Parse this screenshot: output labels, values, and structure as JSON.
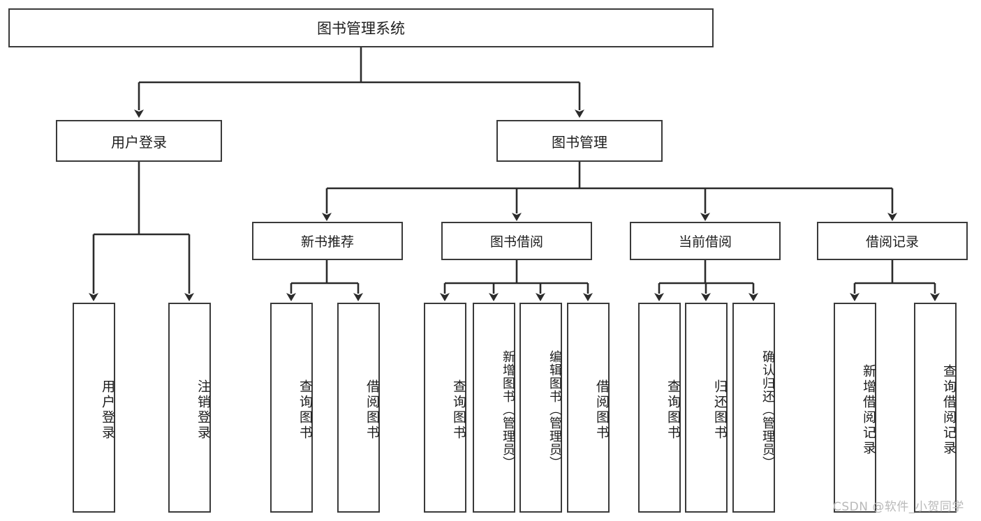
{
  "diagram": {
    "title": "图书管理系统",
    "type": "tree-hierarchy",
    "root": {
      "label": "图书管理系统"
    },
    "level1": [
      {
        "label": "用户登录"
      },
      {
        "label": "图书管理"
      }
    ],
    "level2": [
      {
        "label": "新书推荐"
      },
      {
        "label": "图书借阅"
      },
      {
        "label": "当前借阅"
      },
      {
        "label": "借阅记录"
      }
    ],
    "leaves": {
      "user_login": [
        {
          "label": "用户登录"
        },
        {
          "label": "注销登录"
        }
      ],
      "new_book_recommend": [
        {
          "label": "查询图书"
        },
        {
          "label": "借阅图书"
        }
      ],
      "book_borrow": [
        {
          "label": "查询图书"
        },
        {
          "label": "新增图书（管理员）"
        },
        {
          "label": "编辑图书（管理员）"
        },
        {
          "label": "借阅图书"
        }
      ],
      "current_borrow": [
        {
          "label": "查询图书"
        },
        {
          "label": "归还图书"
        },
        {
          "label": "确认归还（管理员）"
        }
      ],
      "borrow_record": [
        {
          "label": "新增借阅记录"
        },
        {
          "label": "查询借阅记录"
        }
      ]
    }
  },
  "watermark": {
    "text": "CSDN @软件_小贺同学"
  },
  "colors": {
    "box_border": "#3a3a3a",
    "box_fill": "#ffffff",
    "edge": "#2b2b2b",
    "text": "#1d1d1d",
    "watermark": "#b9b9b9",
    "background": "#ffffff"
  }
}
